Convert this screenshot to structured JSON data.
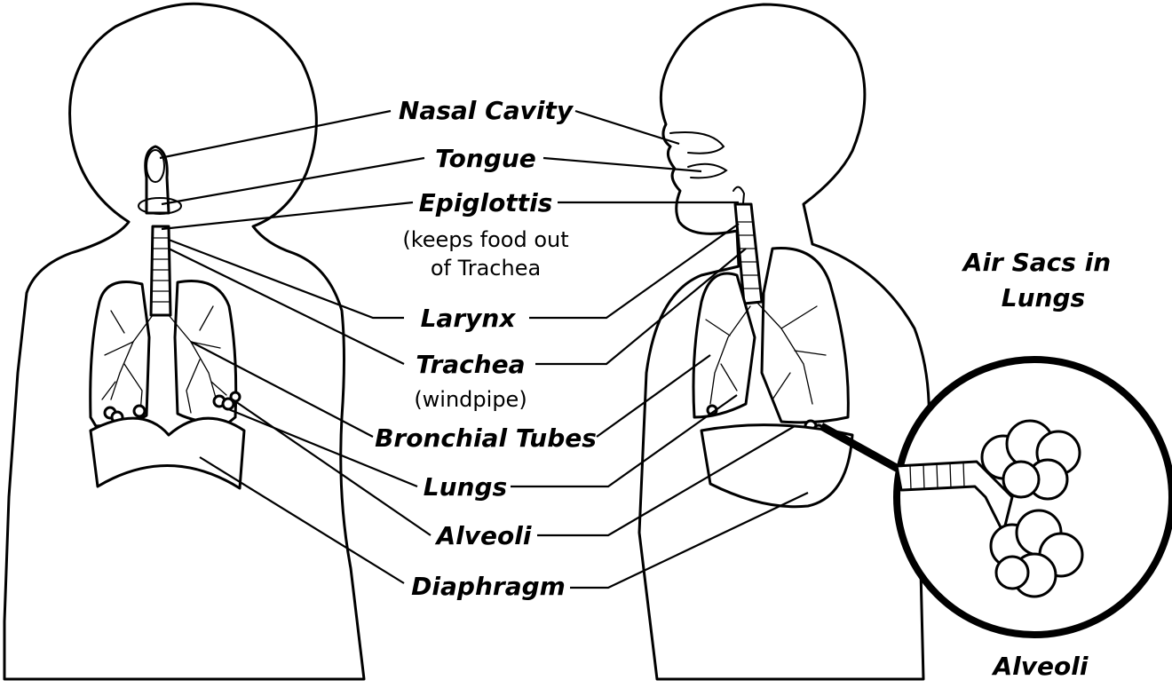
{
  "labels": {
    "nasal_cavity": "Nasal Cavity",
    "tongue": "Tongue",
    "epiglottis": "Epiglottis",
    "epiglottis_note_1": "(keeps food out",
    "epiglottis_note_2": "of Trachea",
    "larynx": "Larynx",
    "trachea": "Trachea",
    "trachea_note": "(windpipe)",
    "bronchial_tubes": "Bronchial Tubes",
    "lungs": "Lungs",
    "alveoli": "Alveoli",
    "diaphragm": "Diaphragm",
    "air_sacs_1": "Air Sacs in",
    "air_sacs_2": "Lungs",
    "alveoli_inset": "Alveoli"
  },
  "colors": {
    "ink": "#000000",
    "paper": "#ffffff"
  }
}
